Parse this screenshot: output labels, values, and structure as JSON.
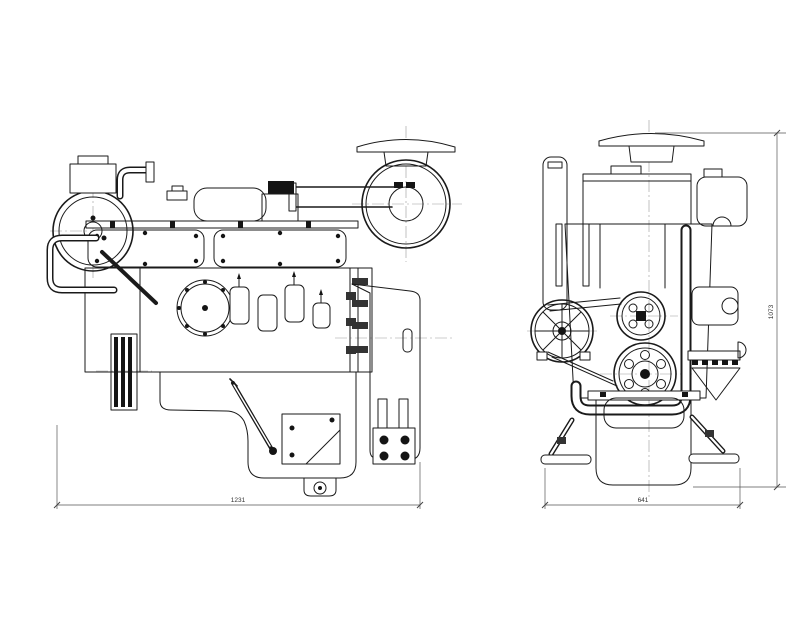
{
  "drawing": {
    "kind": "engine outline technical drawing",
    "background": "#ffffff",
    "colors": {
      "line": "#1a1a1a",
      "centerline": "#9a9a9a",
      "dimension": "#555555"
    },
    "views": {
      "left": "engine side view",
      "right": "engine front view"
    }
  },
  "dimensions": {
    "side_view_length": "1231",
    "front_view_width": "641",
    "overall_height": "1073"
  }
}
